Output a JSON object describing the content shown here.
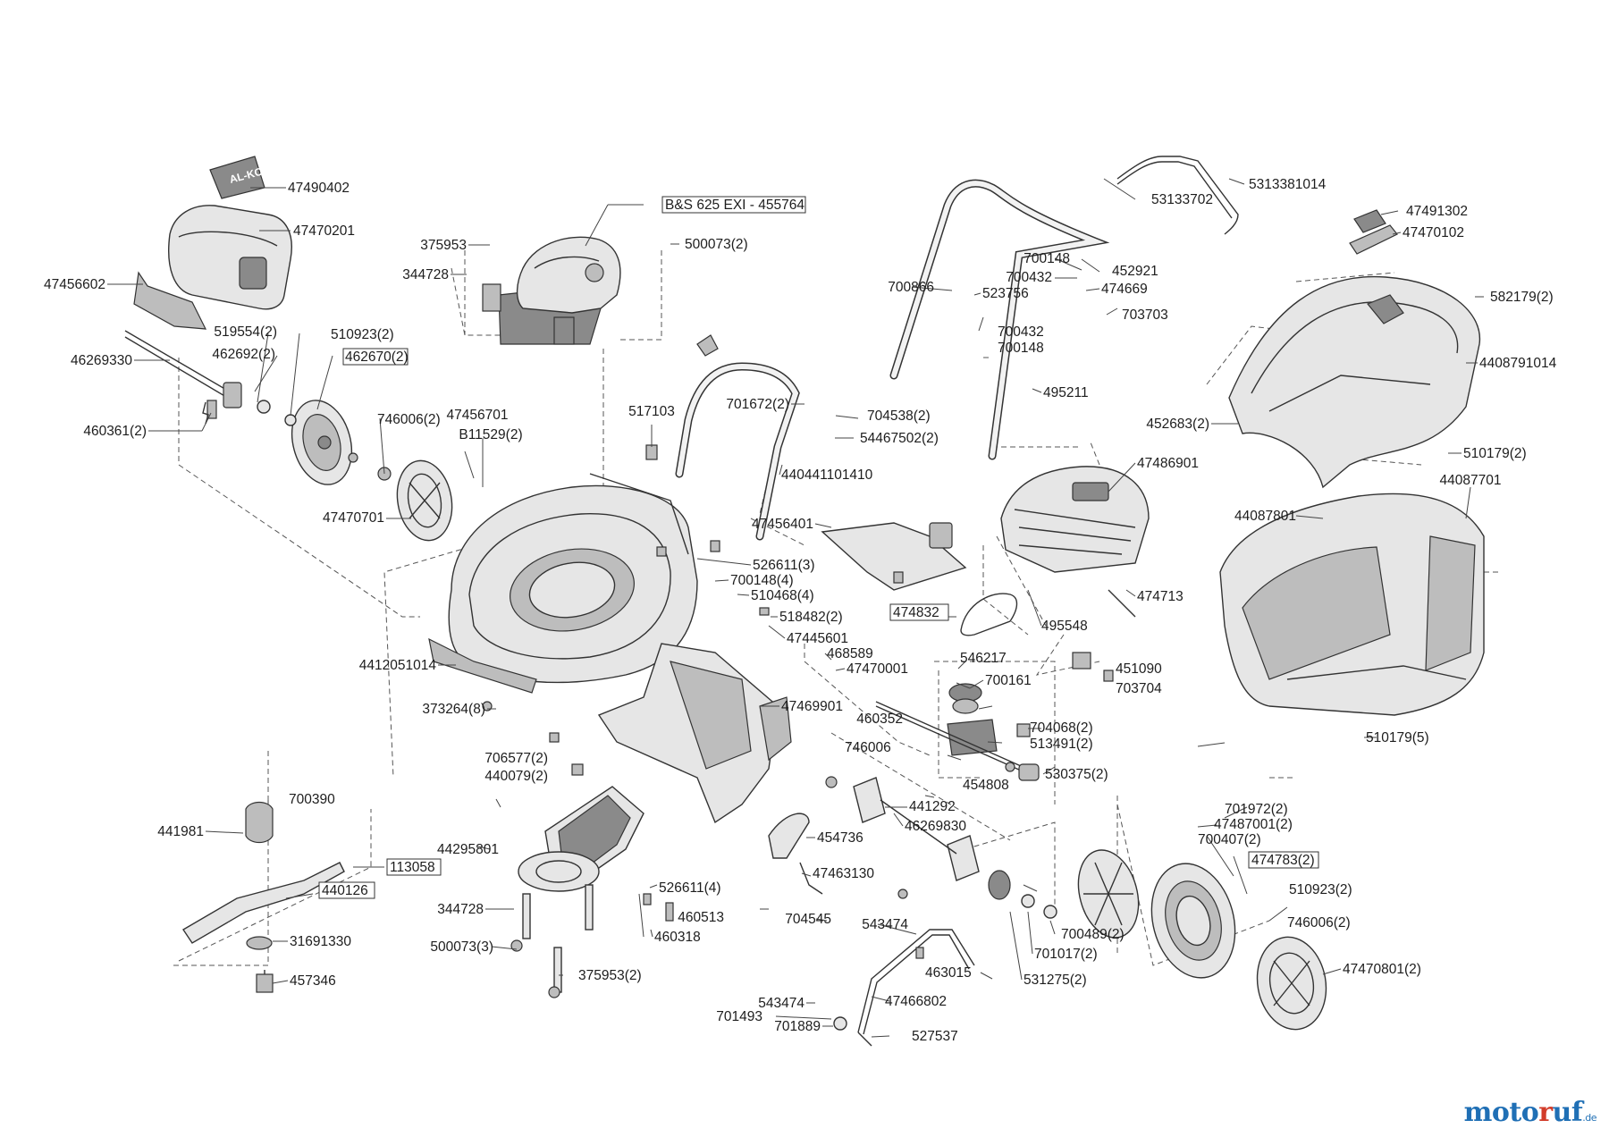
{
  "brand": {
    "part1": "moto",
    "part2": "r",
    "part3": "uf",
    "tld": ".de"
  },
  "logo_badge_text": "AL-KO",
  "labels": [
    "47490402",
    "47470201",
    "47456602",
    "46269330",
    "519554(2)",
    "510923(2)",
    "462692(2)",
    "462670(2)",
    "460361(2)",
    "746006(2)",
    "47456701",
    "B11529(2)",
    "47470701",
    "375953",
    "344728",
    "B&S 625 EXI - 455764",
    "500073(2)",
    "517103",
    "701672(2)",
    "440441101410",
    "704538(2)",
    "54467502(2)",
    "700866",
    "700148",
    "700432",
    "523756",
    "700432",
    "700148",
    "452921",
    "474669",
    "703703",
    "495211",
    "53133702",
    "5313381014",
    "47491302",
    "47470102",
    "582179(2)",
    "4408791014",
    "452683(2)",
    "510179(2)",
    "47486901",
    "44087701",
    "44087801",
    "47456401",
    "474713",
    "495548",
    "474832",
    "526611(3)",
    "700148(4)",
    "510468(4)",
    "518482(2)",
    "47445601",
    "468589",
    "47470001",
    "4412051014",
    "373264(8)",
    "47469901",
    "546217",
    "451090",
    "700161",
    "703704",
    "460352",
    "704068(2)",
    "513491(2)",
    "510179(5)",
    "746006",
    "530375(2)",
    "454808",
    "441292",
    "46269830",
    "706577(2)",
    "440079(2)",
    "700390",
    "441981",
    "113058",
    "440126",
    "44295801",
    "454736",
    "47463130",
    "701972(2)",
    "47487001(2)",
    "700407(2)",
    "474783(2)",
    "510923(2)",
    "526611(4)",
    "460513",
    "704545",
    "543474",
    "746006(2)",
    "344728",
    "460318",
    "700489(2)",
    "701017(2)",
    "500073(3)",
    "31691330",
    "375953(2)",
    "463015",
    "531275(2)",
    "47470801(2)",
    "457346",
    "543474",
    "47466802",
    "701493",
    "701889",
    "527537"
  ]
}
